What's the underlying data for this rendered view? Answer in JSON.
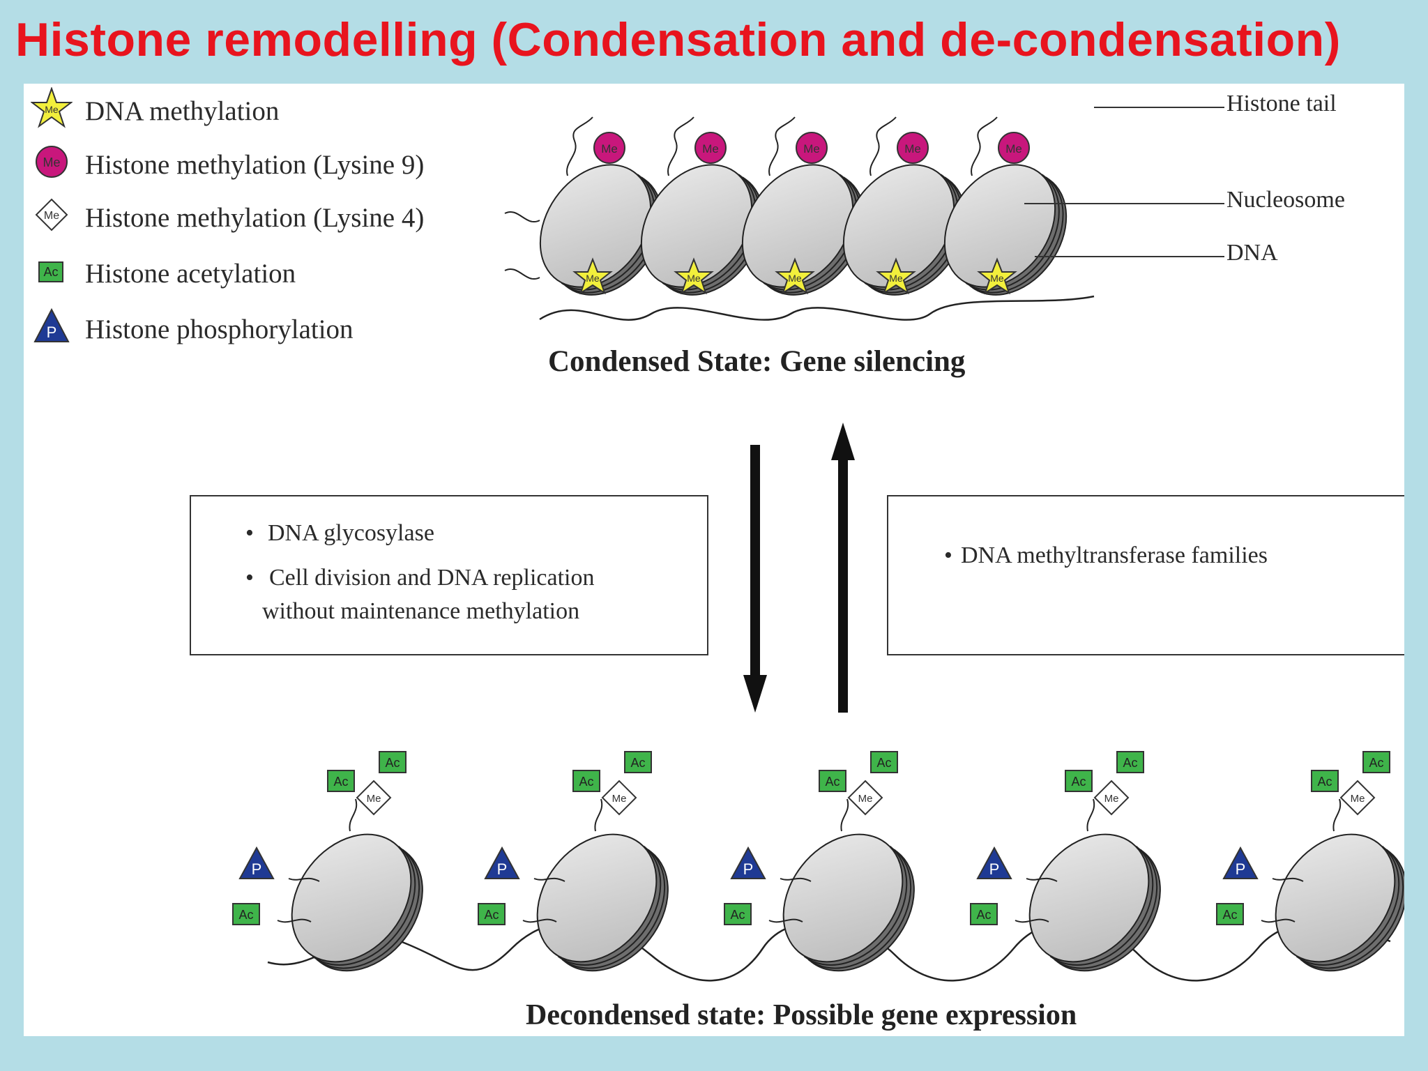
{
  "title": "Histone remodelling (Condensation and de-condensation)",
  "legend": [
    {
      "icon": "star-me-icon",
      "label": "DNA methylation",
      "color": "#f2ef3c"
    },
    {
      "icon": "circle-me-icon",
      "label": "Histone methylation  (Lysine 9)",
      "color": "#c8177c"
    },
    {
      "icon": "diamond-me-icon",
      "label": "Histone methylation  (Lysine 4)",
      "color": "#ffffff"
    },
    {
      "icon": "square-ac-icon",
      "label": "Histone  acetylation",
      "color": "#3fb44a"
    },
    {
      "icon": "triangle-p-icon",
      "label": "Histone  phosphorylation",
      "color": "#1f3a94"
    }
  ],
  "mark_text": {
    "me": "Me",
    "ac": "Ac",
    "p": "P"
  },
  "callouts": {
    "histone_tail": "Histone tail",
    "nucleosome": "Nucleosome",
    "dna": "DNA"
  },
  "condensed_caption": "Condensed State: Gene silencing",
  "decondensed_caption": "Decondensed state: Possible gene expression",
  "left_box": {
    "bullet_symbol": "•",
    "bullet1": "DNA glycosylase",
    "bullet2_line1": "Cell division and DNA replication",
    "bullet2_line2": "without  maintenance  methylation"
  },
  "right_box": {
    "bullet_symbol": "•",
    "bullet1": "DNA methyltransferase families"
  }
}
